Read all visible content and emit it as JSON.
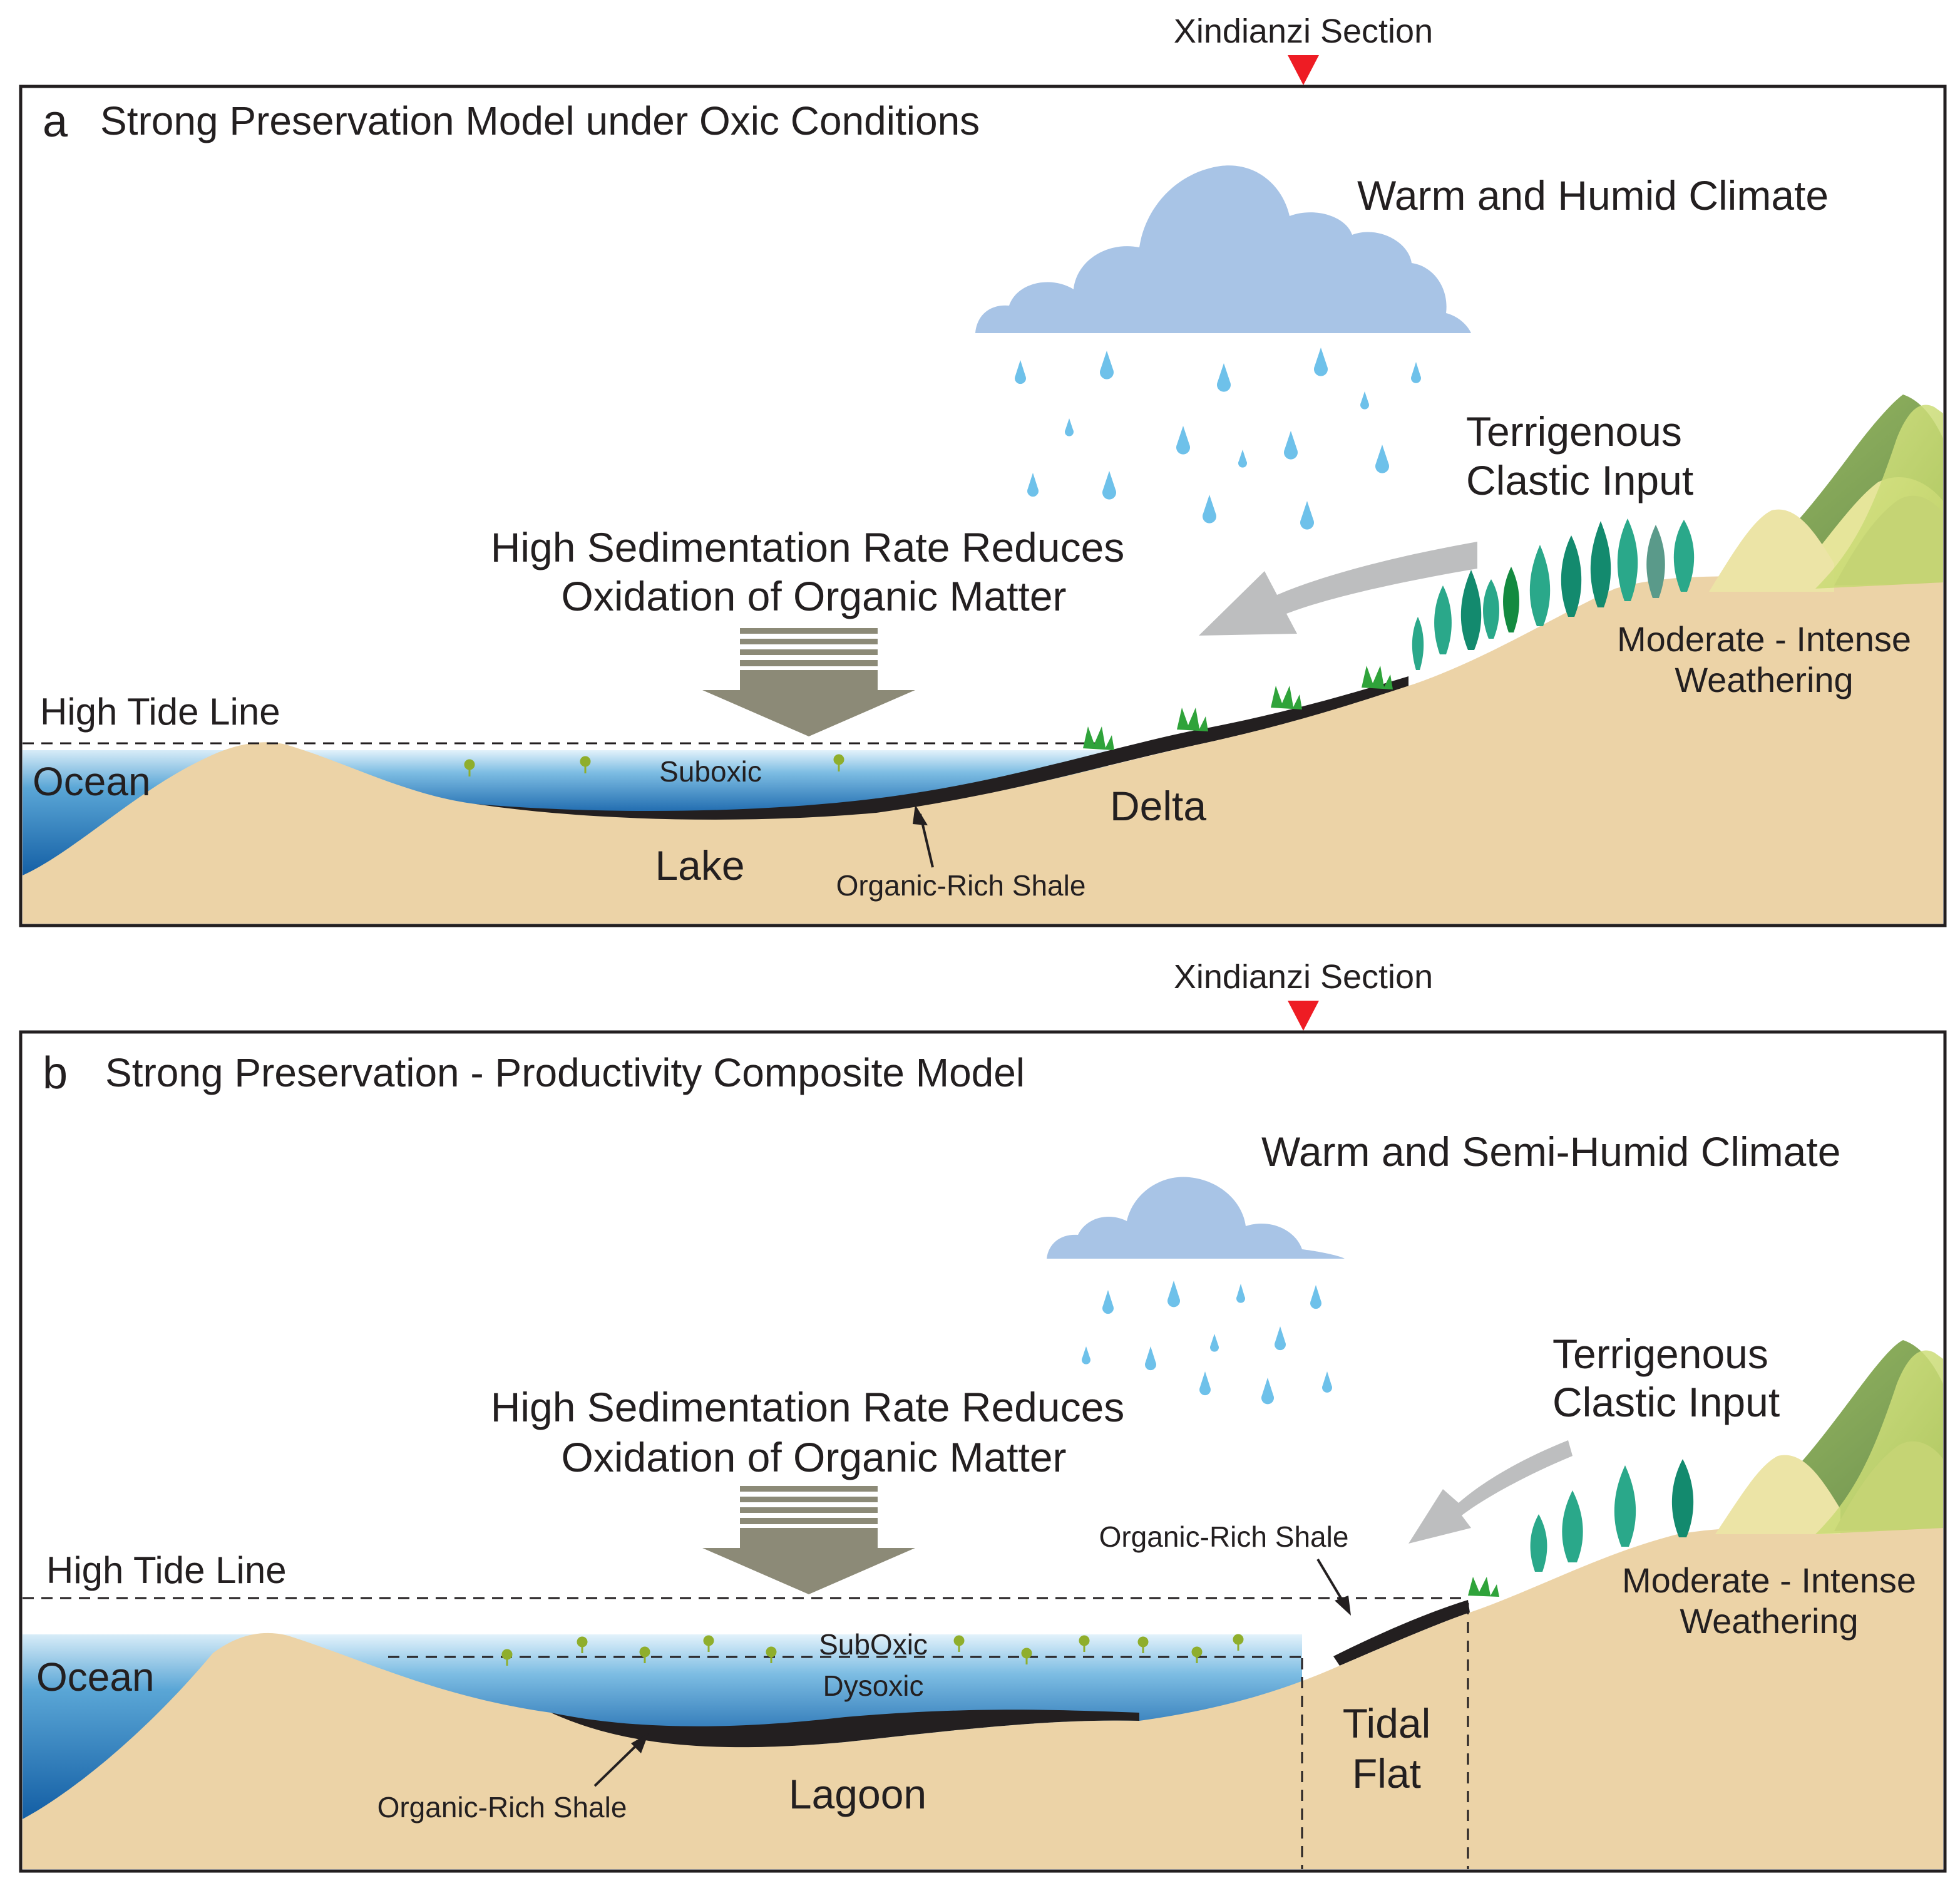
{
  "figure": {
    "panel_a": {
      "letter": "a",
      "title": "Strong Preservation Model under Oxic Conditions",
      "section_marker": "Xindianzi Section",
      "climate": "Warm and Humid Climate",
      "terrigenous_line1": "Terrigenous",
      "terrigenous_line2": "Clastic Input",
      "sedimentation_line1": "High Sedimentation Rate Reduces",
      "sedimentation_line2": "Oxidation of Organic Matter",
      "weathering_line1": "Moderate - Intense",
      "weathering_line2": "Weathering",
      "high_tide": "High Tide Line",
      "ocean": "Ocean",
      "suboxic": "Suboxic",
      "delta": "Delta",
      "lake": "Lake",
      "shale": "Organic-Rich Shale"
    },
    "panel_b": {
      "letter": "b",
      "title": "Strong Preservation - Productivity Composite Model",
      "section_marker": "Xindianzi Section",
      "climate": "Warm and Semi-Humid Climate",
      "terrigenous_line1": "Terrigenous",
      "terrigenous_line2": "Clastic Input",
      "sedimentation_line1": "High Sedimentation Rate Reduces",
      "sedimentation_line2": "Oxidation of Organic Matter",
      "weathering_line1": "Moderate - Intense",
      "weathering_line2": "Weathering",
      "high_tide": "High Tide Line",
      "ocean": "Ocean",
      "suboxic": "SubOxic",
      "dysoxic": "Dysoxic",
      "shale_upper": "Organic-Rich Shale",
      "shale_lower": "Organic-Rich Shale",
      "lagoon": "Lagoon",
      "tidal_line1": "Tidal",
      "tidal_line2": "Flat"
    }
  },
  "colors": {
    "sand": "#ecd3a7",
    "water_top": "#d9eef9",
    "water_mid": "#6ab2dc",
    "water_deep": "#1f6fb3",
    "shale": "#231f20",
    "cloud": "#a8c4e6",
    "rain": "#6ec1ea",
    "arrow_grey": "#bdbebf",
    "arrow_olive": "#8c8a77",
    "marker_red": "#ee1c24",
    "tree_dark": "#138a6e",
    "tree_light": "#2aa88a",
    "grass": "#2fa33a",
    "mountain_dark": "#8bab5f",
    "mountain_light": "#c8d97a",
    "hill_pale": "#e7dc9c"
  }
}
